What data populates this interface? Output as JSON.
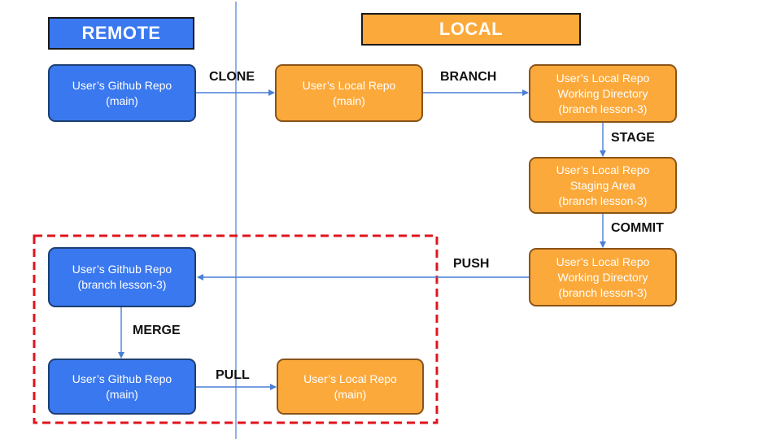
{
  "headers": {
    "remote": "REMOTE",
    "local": "LOCAL"
  },
  "colors": {
    "remote": "#3a78ef",
    "local": "#fca93b",
    "connector": "#4a7fd6",
    "highlight_box": "#e0141d"
  },
  "nodes": {
    "github_main": {
      "line1": "User’s Github Repo",
      "line2": "(main)"
    },
    "local_repo_main": {
      "line1": "User’s Local Repo",
      "line2": "(main)"
    },
    "working_dir_1": {
      "line1": "User’s Local Repo",
      "line2": "Working Directory",
      "line3": "(branch lesson-3)"
    },
    "staging_area": {
      "line1": "User’s Local Repo",
      "line2": "Staging Area",
      "line3": "(branch lesson-3)"
    },
    "working_dir_2": {
      "line1": "User’s Local Repo",
      "line2": "Working Directory",
      "line3": "(branch lesson-3)"
    },
    "github_branch": {
      "line1": "User’s Github Repo",
      "line2": "(branch lesson-3)"
    },
    "github_main_2": {
      "line1": "User’s Github Repo",
      "line2": "(main)"
    },
    "local_repo_main_2": {
      "line1": "User’s Local Repo",
      "line2": "(main)"
    }
  },
  "edges": {
    "clone": "CLONE",
    "branch": "BRANCH",
    "stage": "STAGE",
    "commit": "COMMIT",
    "push": "PUSH",
    "merge": "MERGE",
    "pull": "PULL"
  }
}
